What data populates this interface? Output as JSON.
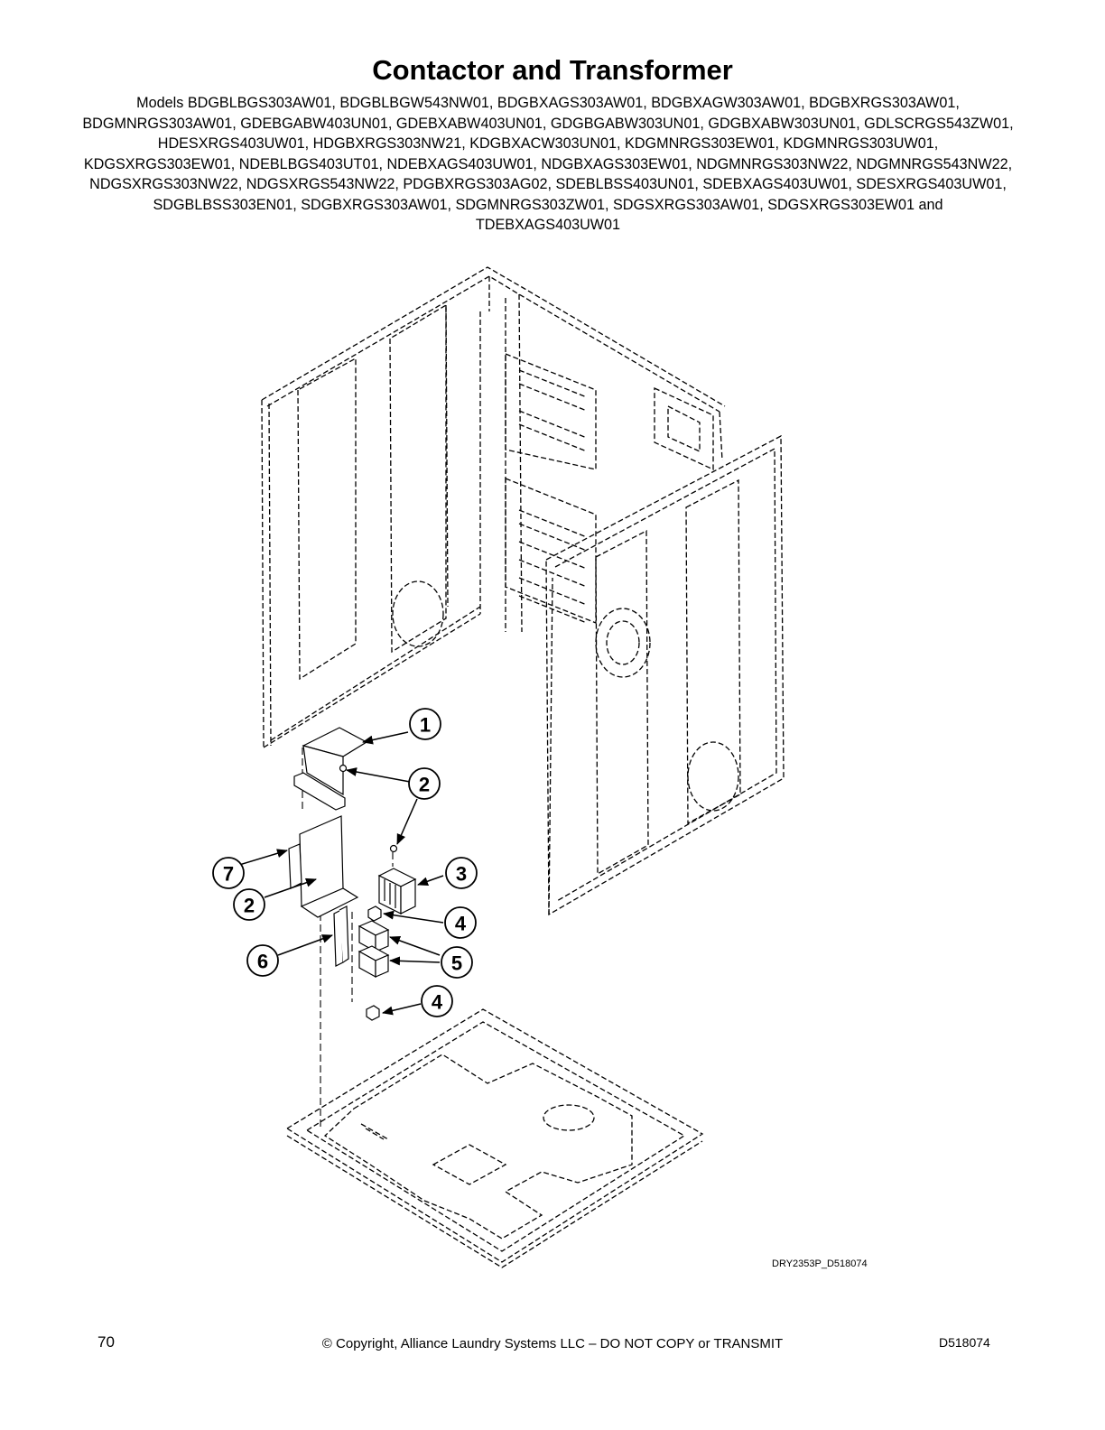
{
  "page": {
    "title": "Contactor and Transformer",
    "models_text": "Models BDGBLBGS303AW01, BDGBLBGW543NW01, BDGBXAGS303AW01, BDGBXAGW303AW01, BDGBXRGS303AW01, BDGMNRGS303AW01, GDEBGABW403UN01, GDEBXABW403UN01, GDGBGABW303UN01, GDGBXABW303UN01, GDLSCRGS543ZW01, HDESXRGS403UW01, HDGBXRGS303NW21, KDGBXACW303UN01, KDGMNRGS303EW01, KDGMNRGS303UW01, KDGSXRGS303EW01, NDEBLBGS403UT01, NDEBXAGS403UW01, NDGBXAGS303EW01, NDGMNRGS303NW22, NDGMNRGS543NW22, NDGSXRGS303NW22, NDGSXRGS543NW22, PDGBXRGS303AG02, SDEBLBSS403UN01, SDEBXAGS403UW01, SDESXRGS403UW01, SDGBLBSS303EN01, SDGBXRGS303AW01, SDGMNRGS303ZW01, SDGSXRGS303AW01, SDGSXRGS303EW01 and TDEBXAGS403UW01"
  },
  "callouts": {
    "c1": "1",
    "c2a": "2",
    "c2b": "2",
    "c3": "3",
    "c4a": "4",
    "c4b": "4",
    "c5": "5",
    "c6": "6",
    "c7": "7"
  },
  "diagram_code": "DRY2353P_D518074",
  "footer": {
    "page_number": "70",
    "copyright": "© Copyright, Alliance Laundry Systems LLC – DO NOT COPY or TRANSMIT",
    "doc_number": "D518074"
  }
}
